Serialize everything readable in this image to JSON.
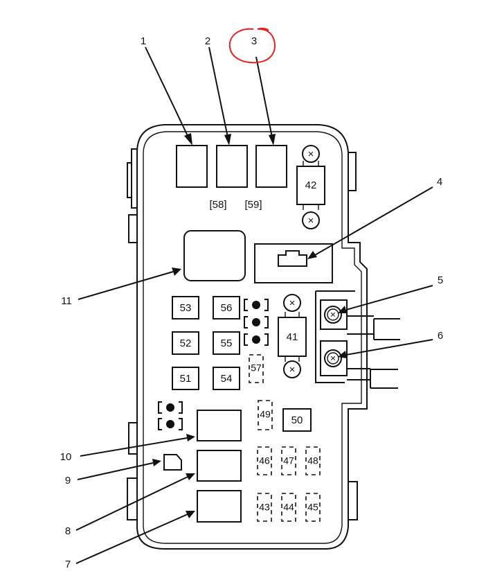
{
  "callouts": [
    {
      "id": "1",
      "label": "1"
    },
    {
      "id": "2",
      "label": "2"
    },
    {
      "id": "3",
      "label": "3"
    },
    {
      "id": "4",
      "label": "4"
    },
    {
      "id": "5",
      "label": "5"
    },
    {
      "id": "6",
      "label": "6"
    },
    {
      "id": "7",
      "label": "7"
    },
    {
      "id": "8",
      "label": "8"
    },
    {
      "id": "9",
      "label": "9"
    },
    {
      "id": "10",
      "label": "10"
    },
    {
      "id": "11",
      "label": "11"
    }
  ],
  "fuses": {
    "f41": "41",
    "f42": "42",
    "f43": "43",
    "f44": "44",
    "f45": "45",
    "f46": "46",
    "f47": "47",
    "f48": "48",
    "f49": "49",
    "f50": "50",
    "f51": "51",
    "f52": "52",
    "f53": "53",
    "f54": "54",
    "f55": "55",
    "f56": "56",
    "f57": "57",
    "f58": "[58]",
    "f59": "[59]"
  },
  "annotation": {
    "color": "#e8201c",
    "circled_callout": "3"
  },
  "colors": {
    "line": "#111111",
    "background": "#ffffff"
  }
}
